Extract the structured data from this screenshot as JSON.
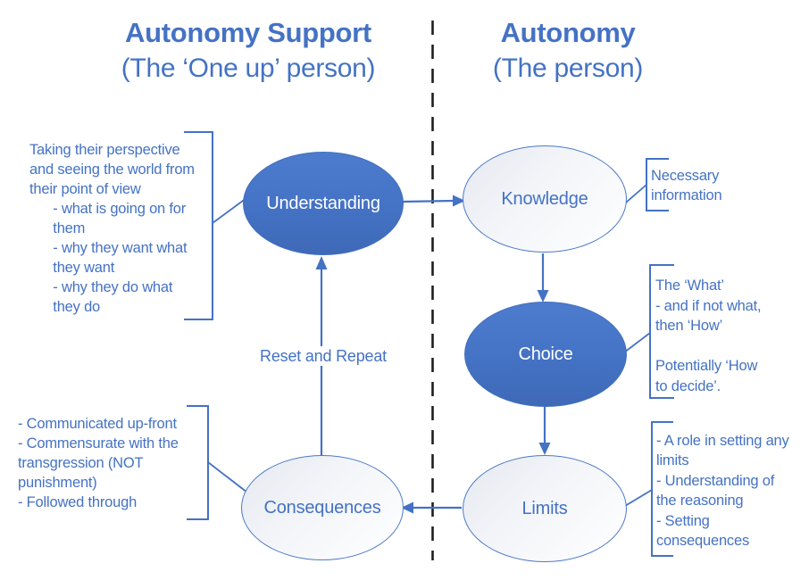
{
  "header": {
    "left": {
      "title": "Autonomy Support",
      "subtitle": "(The ‘One up’ person)"
    },
    "right": {
      "title": "Autonomy",
      "subtitle": "(The person)"
    }
  },
  "nodes": {
    "understanding": {
      "label": "Understanding"
    },
    "knowledge": {
      "label": "Knowledge"
    },
    "choice": {
      "label": "Choice"
    },
    "limits": {
      "label": "Limits"
    },
    "consequences": {
      "label": "Consequences"
    }
  },
  "annotations": {
    "understanding_note": "Taking their perspective\nand seeing the world from\ntheir point of view\n      - what is going on for\n      them\n      - why they want what\n      they want\n      - why they do what\n      they do",
    "knowledge_note": "Necessary\ninformation",
    "choice_note": "The ‘What’\n- and if not what,\nthen ‘How’\n\nPotentially ‘How\nto decide’.",
    "limits_note": "- A role in setting any\nlimits\n- Understanding of\nthe reasoning\n- Setting\nconsequences",
    "consequences_note": "- Communicated up-front\n- Commensurate with the\ntransgression (NOT\npunishment)\n- Followed through",
    "loop_label": "Reset and Repeat"
  },
  "colors": {
    "accent_blue": "#4472C4",
    "node_fill_blue": "#4472C4",
    "node_text_on_blue": "#FFFFFF",
    "light_node_gradient_start": "#E5E8EF",
    "divider_dash": "#1F1F1F",
    "background": "#FFFFFF"
  }
}
